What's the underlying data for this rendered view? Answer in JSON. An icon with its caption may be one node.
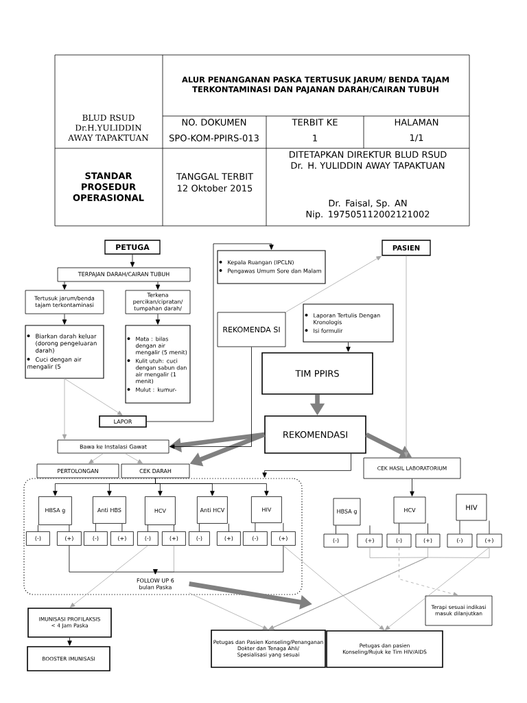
{
  "diagram": {
    "title": "ALUR PENANGANAN PASKA TERTUSUK JARUM/ BENDA TAJAM TERKONTAMINASI DAN PAJANAN DARAH/CAIRAN TUBUH",
    "nodes": [
      {
        "text": [
          "PETUGA"
        ]
      },
      {
        "text": [
          "TERPAJAN DARAH/CAIRAN TUBUH"
        ]
      },
      {
        "text": [
          "Tertusuk jarum/benda tajam terkontaminasi"
        ]
      },
      {
        "text": [
          "Terkena percikan/cipratan/ tumpahan darah/"
        ]
      },
      {
        "text": [
          "Biarkan darah keluar (dorong pengeluaran darah)",
          "Cuci dengan air mengalir (5"
        ]
      },
      {
        "text": [
          "Mata : bilas dengan air mengalir (5 menit)",
          "Kulit utuh: cuci dengan sabun dan air mengalir (1 menit)",
          "Mulut : kumur-"
        ]
      },
      {
        "text": [
          "LAPOR"
        ]
      },
      {
        "text": [
          "Kepala Ruangan (IPCLN)",
          "Pengawas Umum Sore dan Malam"
        ]
      },
      {
        "text": [
          "PASIEN"
        ]
      },
      {
        "text": [
          "REKOMENDA SI"
        ]
      },
      {
        "text": [
          "Laporan Tertulis Dengan Kronologis",
          "Isi formulir"
        ]
      },
      {
        "text": [
          "TIM PPIRS"
        ]
      },
      {
        "text": [
          "REKOMENDASI"
        ]
      },
      {
        "text": [
          "Bawa ke Instalasi Gawat"
        ]
      },
      {
        "text": [
          "PERTOLONGAN"
        ]
      },
      {
        "text": [
          "CEK DARAH"
        ]
      },
      {
        "text": [],
        "shape": "box"
      },
      {
        "text": [
          "HBSA g"
        ],
        "in": 16
      },
      {
        "text": [
          "Anti HBS"
        ],
        "in": 16
      },
      {
        "text": [
          "HCV"
        ],
        "in": 16
      },
      {
        "text": [
          "Anti HCV"
        ],
        "in": 16
      },
      {
        "text": [
          "HIV"
        ],
        "in": 16
      },
      {
        "text": [
          "(-)"
        ],
        "in": 16
      },
      {
        "text": [
          "(+)"
        ],
        "in": 16
      },
      {
        "text": [
          "(-)"
        ],
        "in": 16
      },
      {
        "text": [
          "(+)"
        ],
        "in": 16
      },
      {
        "text": [
          "(-)"
        ],
        "in": 16
      },
      {
        "text": [
          "(+)"
        ],
        "in": 16
      },
      {
        "text": [
          "(-)"
        ],
        "in": 16
      },
      {
        "text": [
          "(+)"
        ],
        "in": 16
      },
      {
        "text": [
          "(-)"
        ],
        "in": 16
      },
      {
        "text": [
          "(+)"
        ],
        "in": 16
      },
      {
        "text": [
          "FOLLOW UP 6 bulan Paska"
        ],
        "in": 16
      },
      {
        "text": [
          "CEK HASIL LABORATORIUM"
        ]
      },
      {
        "text": [
          "HBSA g"
        ]
      },
      {
        "text": [
          "HCV"
        ]
      },
      {
        "text": [
          "HIV"
        ]
      },
      {
        "text": [
          "(-)"
        ]
      },
      {
        "text": [
          "(+)"
        ]
      },
      {
        "text": [
          "(-)"
        ]
      },
      {
        "text": [
          "(+)"
        ]
      },
      {
        "text": [
          "(-)"
        ]
      },
      {
        "text": [
          "(+)"
        ]
      },
      {
        "text": [
          "Terapi sesuai indikasi masuk dilanjutkan"
        ]
      },
      {
        "text": [
          "IMUNISASI PROFILAKSIS < 4 Jam Paska"
        ]
      },
      {
        "text": [
          "BOOSTER IMUNISASI"
        ]
      },
      {
        "text": [
          "Petugas dan Pasien Konseling/Penanganan Dokter dan Tenaga Ahli/ Spesialisasi yang sesuai"
        ]
      },
      {
        "text": [
          "Petugas dan pasien Konseling/Rujuk ke Tim HIV/AIDS"
        ]
      }
    ],
    "edges": [
      {
        "from": 0,
        "to": 1,
        "arrow": "to"
      },
      {
        "from": 1,
        "to": 2,
        "arrow": "to"
      },
      {
        "from": 1,
        "to": 3,
        "arrow": "to"
      },
      {
        "from": 2,
        "to": 4,
        "arrow": "to"
      },
      {
        "from": 3,
        "to": 5,
        "arrow": "to"
      },
      {
        "from": 4,
        "to": 6,
        "arrow": "to",
        "color": "#a6a6a6"
      },
      {
        "from": 4,
        "to": 13,
        "arrow": "to",
        "color": "#a6a6a6"
      },
      {
        "from": 6,
        "to": 7,
        "arrow": "to"
      },
      {
        "from": 9,
        "to": 8,
        "arrow": "to",
        "color": "#a6a6a6"
      },
      {
        "from": 10,
        "to": 11,
        "arrow": "to"
      },
      {
        "from": 11,
        "to": 12,
        "arrow": "to",
        "style": "thick",
        "color": "#808080"
      },
      {
        "from": 12,
        "to": 13,
        "arrow": "to",
        "style": "thick",
        "color": "#808080"
      },
      {
        "from": 12,
        "to": 15,
        "arrow": "to",
        "style": "thick",
        "color": "#808080"
      },
      {
        "from": 12,
        "to": 33,
        "arrow": "to",
        "style": "thick",
        "color": "#808080"
      },
      {
        "from": 9,
        "to": 13,
        "arrow": "to"
      },
      {
        "from": 12,
        "to": 16,
        "arrow": "to"
      },
      {
        "from": 8,
        "to": 33,
        "arrow": "to",
        "color": "#a6a6a6"
      },
      {
        "from": 13,
        "to": 14,
        "arrow": "to",
        "color": "#a6a6a6"
      },
      {
        "from": 13,
        "to": 15,
        "arrow": "to",
        "color": "#a6a6a6"
      },
      {
        "from": 15,
        "to": 17,
        "arrow": "to"
      },
      {
        "from": 15,
        "to": 18,
        "arrow": "to"
      },
      {
        "from": 15,
        "to": 19,
        "arrow": "to"
      },
      {
        "from": 15,
        "to": 20,
        "arrow": "to"
      },
      {
        "from": 15,
        "to": 21,
        "arrow": "to"
      },
      {
        "from": 17,
        "to": 22,
        "arrow": "none"
      },
      {
        "from": 17,
        "to": 23,
        "arrow": "none"
      },
      {
        "from": 18,
        "to": 24,
        "arrow": "none"
      },
      {
        "from": 18,
        "to": 25,
        "arrow": "none"
      },
      {
        "from": 19,
        "to": 26,
        "arrow": "none"
      },
      {
        "from": 19,
        "to": 27,
        "arrow": "none"
      },
      {
        "from": 20,
        "to": 28,
        "arrow": "none"
      },
      {
        "from": 20,
        "to": 29,
        "arrow": "none"
      },
      {
        "from": 21,
        "to": 30,
        "arrow": "none"
      },
      {
        "from": 21,
        "to": 31,
        "arrow": "none"
      },
      {
        "from": 23,
        "to": 32,
        "arrow": "to"
      },
      {
        "from": 27,
        "to": 32,
        "arrow": "to",
        "color": "#a6a6a6"
      },
      {
        "from": 31,
        "to": 32,
        "arrow": "to"
      },
      {
        "from": 26,
        "to": 44,
        "arrow": "to",
        "color": "#a6a6a6"
      },
      {
        "from": 32,
        "to": 46,
        "arrow": "to",
        "color": "#a6a6a6"
      },
      {
        "from": 32,
        "to": null,
        "arrow": "to",
        "style": "thick",
        "color": "#808080"
      },
      {
        "from": 31,
        "to": 47,
        "arrow": "to",
        "color": "#a6a6a6"
      },
      {
        "from": 33,
        "to": 35,
        "arrow": "to"
      },
      {
        "from": 34,
        "to": 37,
        "arrow": "none"
      },
      {
        "from": 34,
        "to": 38,
        "arrow": "none"
      },
      {
        "from": 35,
        "to": 39,
        "arrow": "none"
      },
      {
        "from": 35,
        "to": 40,
        "arrow": "none"
      },
      {
        "from": 36,
        "to": 41,
        "arrow": "none"
      },
      {
        "from": 36,
        "to": 42,
        "arrow": "none"
      },
      {
        "from": 38,
        "to": 46,
        "arrow": "to",
        "color": "#a6a6a6"
      },
      {
        "from": 40,
        "to": 46,
        "arrow": "to",
        "color": "#a6a6a6"
      },
      {
        "from": 42,
        "to": 46,
        "arrow": "to",
        "color": "#a6a6a6"
      },
      {
        "from": 42,
        "to": 47,
        "arrow": "to",
        "color": "#a6a6a6"
      },
      {
        "from": 39,
        "to": 43,
        "arrow": "to",
        "style": "dashed",
        "color": "#a6a6a6"
      },
      {
        "from": 44,
        "to": 45,
        "arrow": "to"
      }
    ],
    "labels": [
      "BLUD RSUD Dr.H.YULIDDIN AWAY TAPAKTUAN",
      "NO. DOKUMEN",
      "SPO-KOM-PPIRS-013",
      "TERBIT KE",
      "1",
      "HALAMAN",
      "1/1",
      "STANDAR PROSEDUR OPERASIONAL",
      "TANGGAL TERBIT",
      "12 Oktober 2015",
      "DITETAPKAN DIREKTUR BLUD RSUD Dr. H. YULIDDIN AWAY TAPAKTUAN",
      "Dr. Faisal, Sp. AN",
      "Nip. 197505112002121002"
    ]
  }
}
